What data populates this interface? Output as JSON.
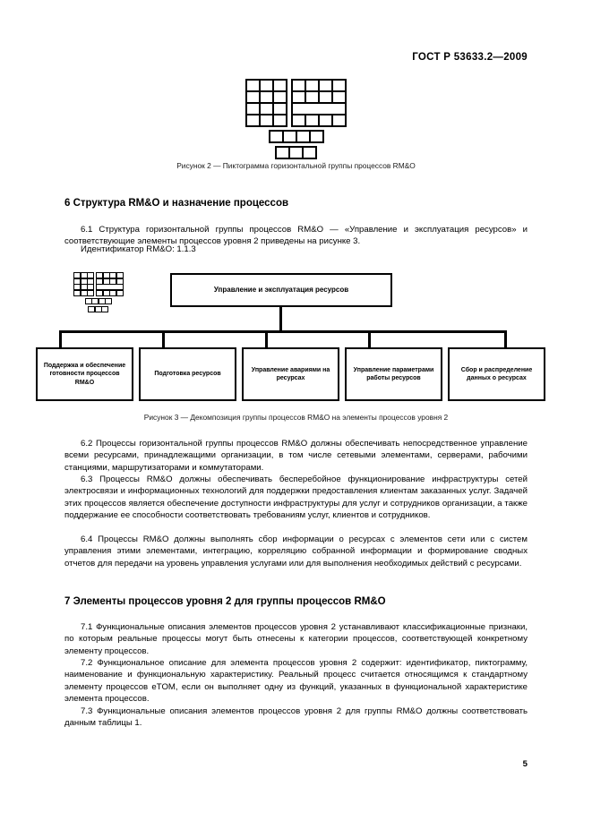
{
  "header": {
    "standard_number": "ГОСТ Р 53633.2—2009"
  },
  "figures": {
    "figure2": {
      "caption": "Рисунок 2 — Пиктограмма горизонтальной группы процессов RM&O",
      "pictogram_name": "rmo-pictogram"
    },
    "figure3": {
      "caption": "Рисунок 3 — Декомпозиция группы процессов RM&O на элементы процессов уровня 2",
      "pictogram_name": "rmo-pictogram-small",
      "top_box_label": "Управление и эксплуатация ресурсов",
      "child_boxes": [
        "Поддержка и обеспечение готовности процессов RM&O",
        "Подготовка ресурсов",
        "Управление авариями на ресурсах",
        "Управление параметрами работы ресурсов",
        "Сбор и распределение данных о ресурсах"
      ]
    }
  },
  "sections": {
    "section6": {
      "heading": "6  Структура RM&O и назначение процессов",
      "p61": "6.1  Структура горизонтальной группы процессов RM&O — «Управление и эксплуатация ресурсов» и соответствующие элементы процессов уровня 2 приведены на рисунке 3.",
      "identifier": "Идентификатор RM&O: 1.1.3",
      "p62": "6.2  Процессы горизонтальной группы процессов RM&O должны обеспечивать непосредственное управление всеми ресурсами, принадлежащими организации, в том числе сетевыми элементами, серверами, рабочими станциями, маршрутизаторами и коммутаторами.",
      "p63": "6.3  Процессы RM&O должны обеспечивать бесперебойное функционирование инфраструктуры сетей электросвязи и информационных технологий для поддержки предоставления клиентам заказанных услуг. Задачей этих процессов является обеспечение доступности инфраструктуры для услуг и сотрудников организации, а также поддержание ее способности соответствовать требованиям услуг, клиентов и сотрудников.",
      "p64": "6.4  Процессы RM&O должны выполнять сбор информации о ресурсах с элементов сети или с систем управления этими элементами, интеграцию, корреляцию собранной информации и формирование сводных отчетов для передачи на уровень управления услугами или для выполнения необходимых действий с ресурсами."
    },
    "section7": {
      "heading": "7  Элементы процессов уровня 2 для группы процессов RM&O",
      "p71": "7.1  Функциональные описания элементов процессов уровня 2 устанавливают классификационные признаки, по которым реальные процессы могут быть отнесены к категории процессов, соответствующей конкретному элементу процессов.",
      "p72": "7.2  Функциональное описание для элемента процессов уровня 2 содержит: идентификатор, пиктограмму, наименование и функциональную характеристику. Реальный процесс считается относящимся к стандартному элементу процессов eTOM, если он выполняет одну из функций, указанных в функциональной характеристике элемента процессов.",
      "p73": "7.3  Функциональные описания элементов процессов уровня 2 для группы RM&O должны соответствовать данным таблицы 1."
    }
  },
  "footer": {
    "page_number": "5"
  }
}
